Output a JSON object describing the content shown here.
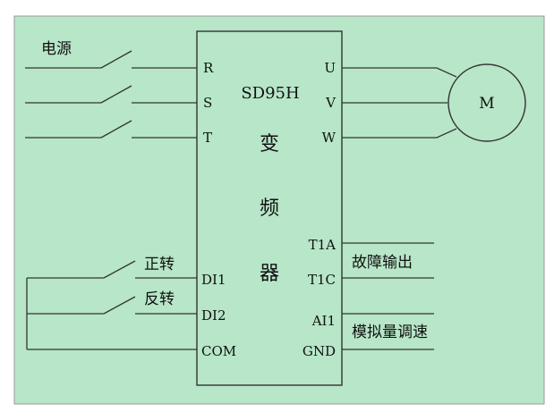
{
  "colors": {
    "background": "#b7e6c8",
    "frame": "#9a9a9a",
    "line": "#333333"
  },
  "power_label": "电源",
  "inverter": {
    "model": "SD95H",
    "name_chars": [
      "变",
      "频",
      "器"
    ]
  },
  "terminals": {
    "input": [
      "R",
      "S",
      "T"
    ],
    "output": [
      "U",
      "V",
      "W"
    ],
    "digital": [
      "DI1",
      "DI2",
      "COM"
    ],
    "relay": [
      "T1A",
      "T1C"
    ],
    "analog": [
      "AI1",
      "GND"
    ]
  },
  "motor_label": "M",
  "switch_labels": {
    "forward": "正转",
    "reverse": "反转"
  },
  "fault_output_label": "故障输出",
  "analog_speed_label": "模拟量调速"
}
